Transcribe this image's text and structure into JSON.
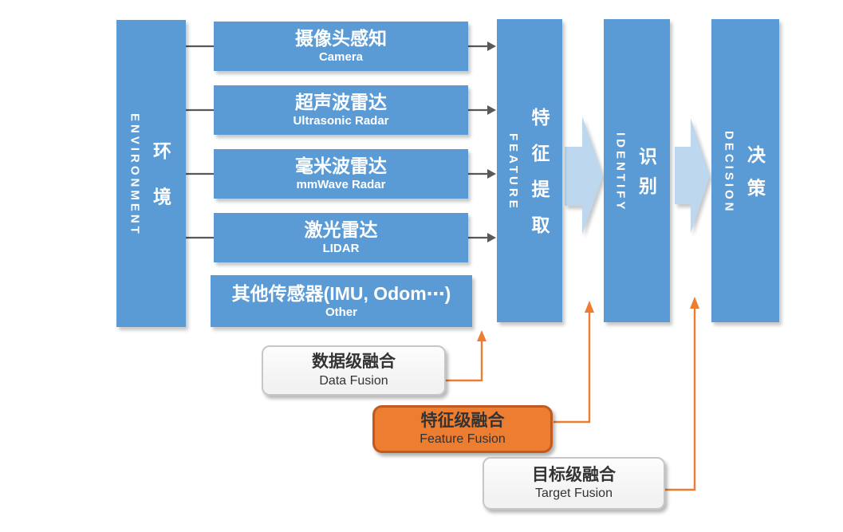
{
  "colors": {
    "bar-blue": "#5B9BD5",
    "chevron-blue": "#BDD7EE",
    "accent-orange": "#ED7D31",
    "orange-border": "#C05A21",
    "line-gray": "#595959",
    "box-gray-fill": "#F2F2F2",
    "box-gray-border": "#C6C6C6",
    "dark-text": "#333333"
  },
  "environment": {
    "zh": "环境",
    "en": "ENVIRONMENT"
  },
  "sensors": [
    {
      "zh": "摄像头感知",
      "en": "Camera"
    },
    {
      "zh": "超声波雷达",
      "en": "Ultrasonic Radar"
    },
    {
      "zh": "毫米波雷达",
      "en": "mmWave Radar"
    },
    {
      "zh": "激光雷达",
      "en": "LIDAR"
    },
    {
      "zh": "其他传感器(IMU, Odom⋯)",
      "en": "Other"
    }
  ],
  "stages": {
    "feature": {
      "zh": "特征提取",
      "en": "FEATURE"
    },
    "identify": {
      "zh": "识别",
      "en": "IDENTIFY"
    },
    "decision": {
      "zh": "决策",
      "en": "DECISION"
    }
  },
  "fusion": {
    "data": {
      "zh": "数据级融合",
      "en": "Data Fusion"
    },
    "feature": {
      "zh": "特征级融合",
      "en": "Feature Fusion"
    },
    "target": {
      "zh": "目标级融合",
      "en": "Target Fusion"
    }
  }
}
